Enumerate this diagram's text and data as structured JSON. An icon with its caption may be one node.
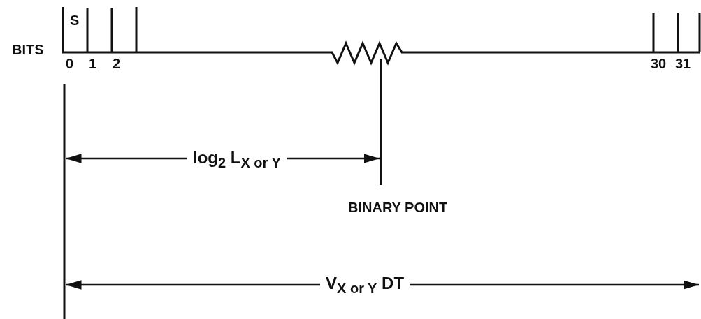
{
  "diagram": {
    "labels": [
      "S",
      "BITS",
      "0",
      "1",
      "2",
      "30",
      "31",
      "log$_{2}$ L$_{X or Y}$",
      "BINARY POINT",
      "V$_{X or Y}$ DT"
    ]
  }
}
